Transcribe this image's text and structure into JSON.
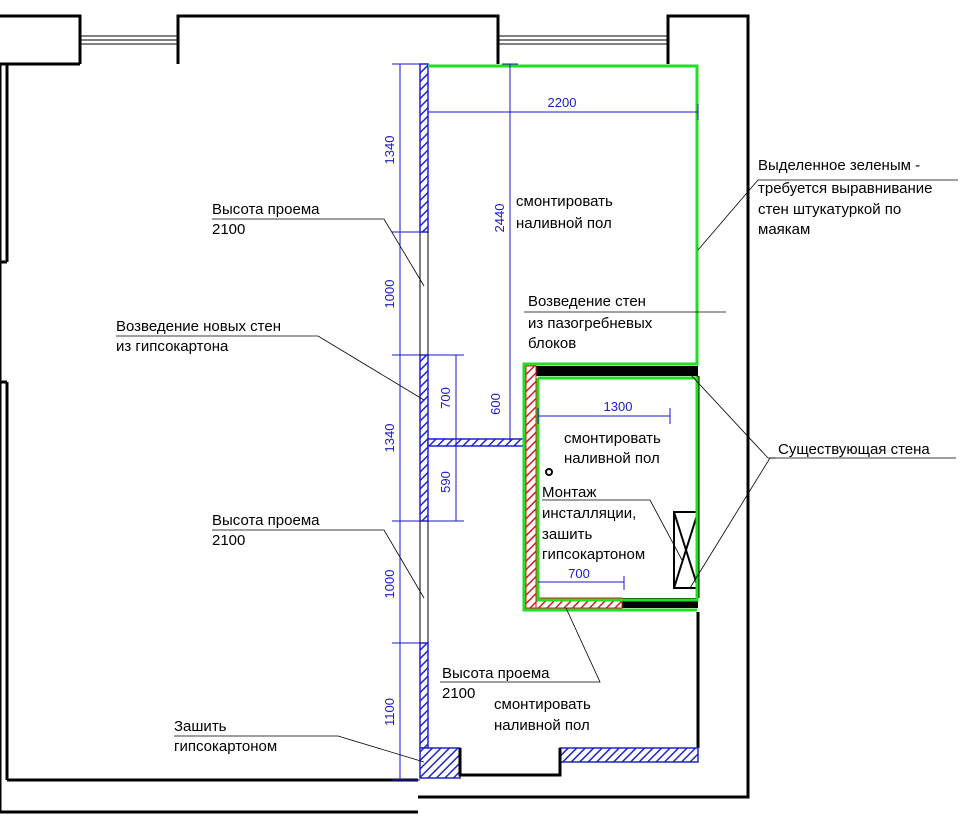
{
  "dimensions": {
    "d_2200": "2200",
    "d_2440": "2440",
    "d_1340_top": "1340",
    "d_1000_top": "1000",
    "d_1340_mid": "1340",
    "d_700_v": "700",
    "d_590": "590",
    "d_600": "600",
    "d_1300": "1300",
    "d_700_h": "700",
    "d_1000_bot": "1000",
    "d_1100": "1100"
  },
  "labels": {
    "opening1_line1": "Высота проема",
    "opening1_line2": "2100",
    "new_walls_line1": "Возведение новых стен",
    "new_walls_line2": "из гипсокартона",
    "opening2_line1": "Высота проема",
    "opening2_line2": "2100",
    "sheathe_line1": "Зашить",
    "sheathe_line2": "гипсокартоном",
    "floor1_line1": "смонтировать",
    "floor1_line2": "наливной пол",
    "pgb_line1": "Возведение стен",
    "pgb_line2": "из пазогребневых",
    "pgb_line3": "блоков",
    "floor2_line1": "смонтировать",
    "floor2_line2": "наливной пол",
    "install_line1": "Монтаж",
    "install_line2": "инсталляции,",
    "install_line3": "зашить",
    "install_line4": "гипсокартоном",
    "opening3_line1": "Высота проема",
    "opening3_line2": "2100",
    "floor3_line1": "смонтировать",
    "floor3_line2": "наливной пол",
    "green_note_line1": "Выделенное зеленым -",
    "green_note_line2": "требуется выравнивание",
    "green_note_line3": "стен штукатуркой по",
    "green_note_line4": "маякам",
    "existing_wall": "Существующая стена"
  },
  "colors": {
    "wall": "#000000",
    "gkl_hatch": "#1f24c8",
    "block_hatch": "#d81b1b",
    "plaster_highlight": "#22dd22",
    "dimension": "#1a1acc"
  }
}
